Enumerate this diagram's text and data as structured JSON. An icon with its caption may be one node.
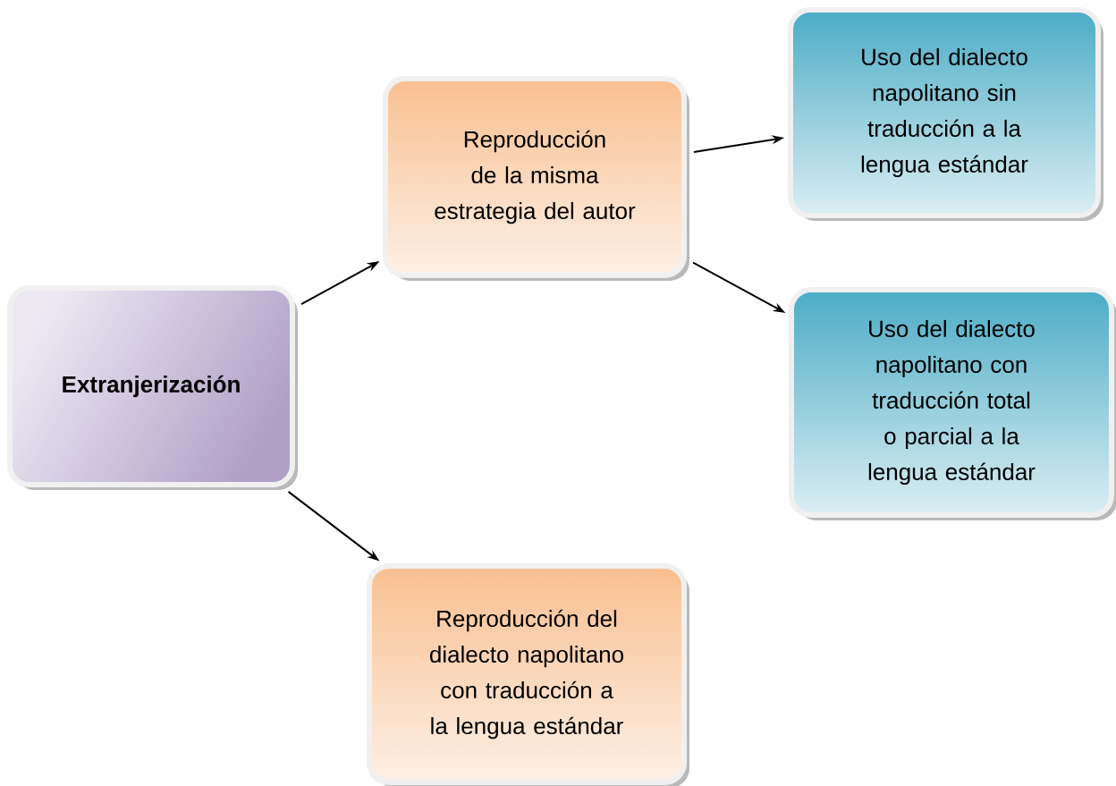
{
  "diagram": {
    "nodes": [
      {
        "text": [
          "Extranjerización"
        ]
      },
      {
        "text": [
          "Reproducción de la misma estrategia del autor"
        ]
      },
      {
        "text": [
          "Uso del dialecto napolitano sin traducción a la lengua estándar"
        ]
      },
      {
        "text": [
          "Uso del dialecto napolitano con traducción total o parcial a la lengua estándar"
        ]
      },
      {
        "text": [
          "Reproducción del dialecto napolitano con traducción a la lengua estándar"
        ]
      }
    ],
    "edges": [
      {
        "from": 0,
        "to": 1,
        "arrow": "to"
      },
      {
        "from": 1,
        "to": 2,
        "arrow": "to"
      },
      {
        "from": 1,
        "to": 3,
        "arrow": "to"
      },
      {
        "from": 0,
        "to": 4,
        "arrow": "to"
      }
    ]
  }
}
